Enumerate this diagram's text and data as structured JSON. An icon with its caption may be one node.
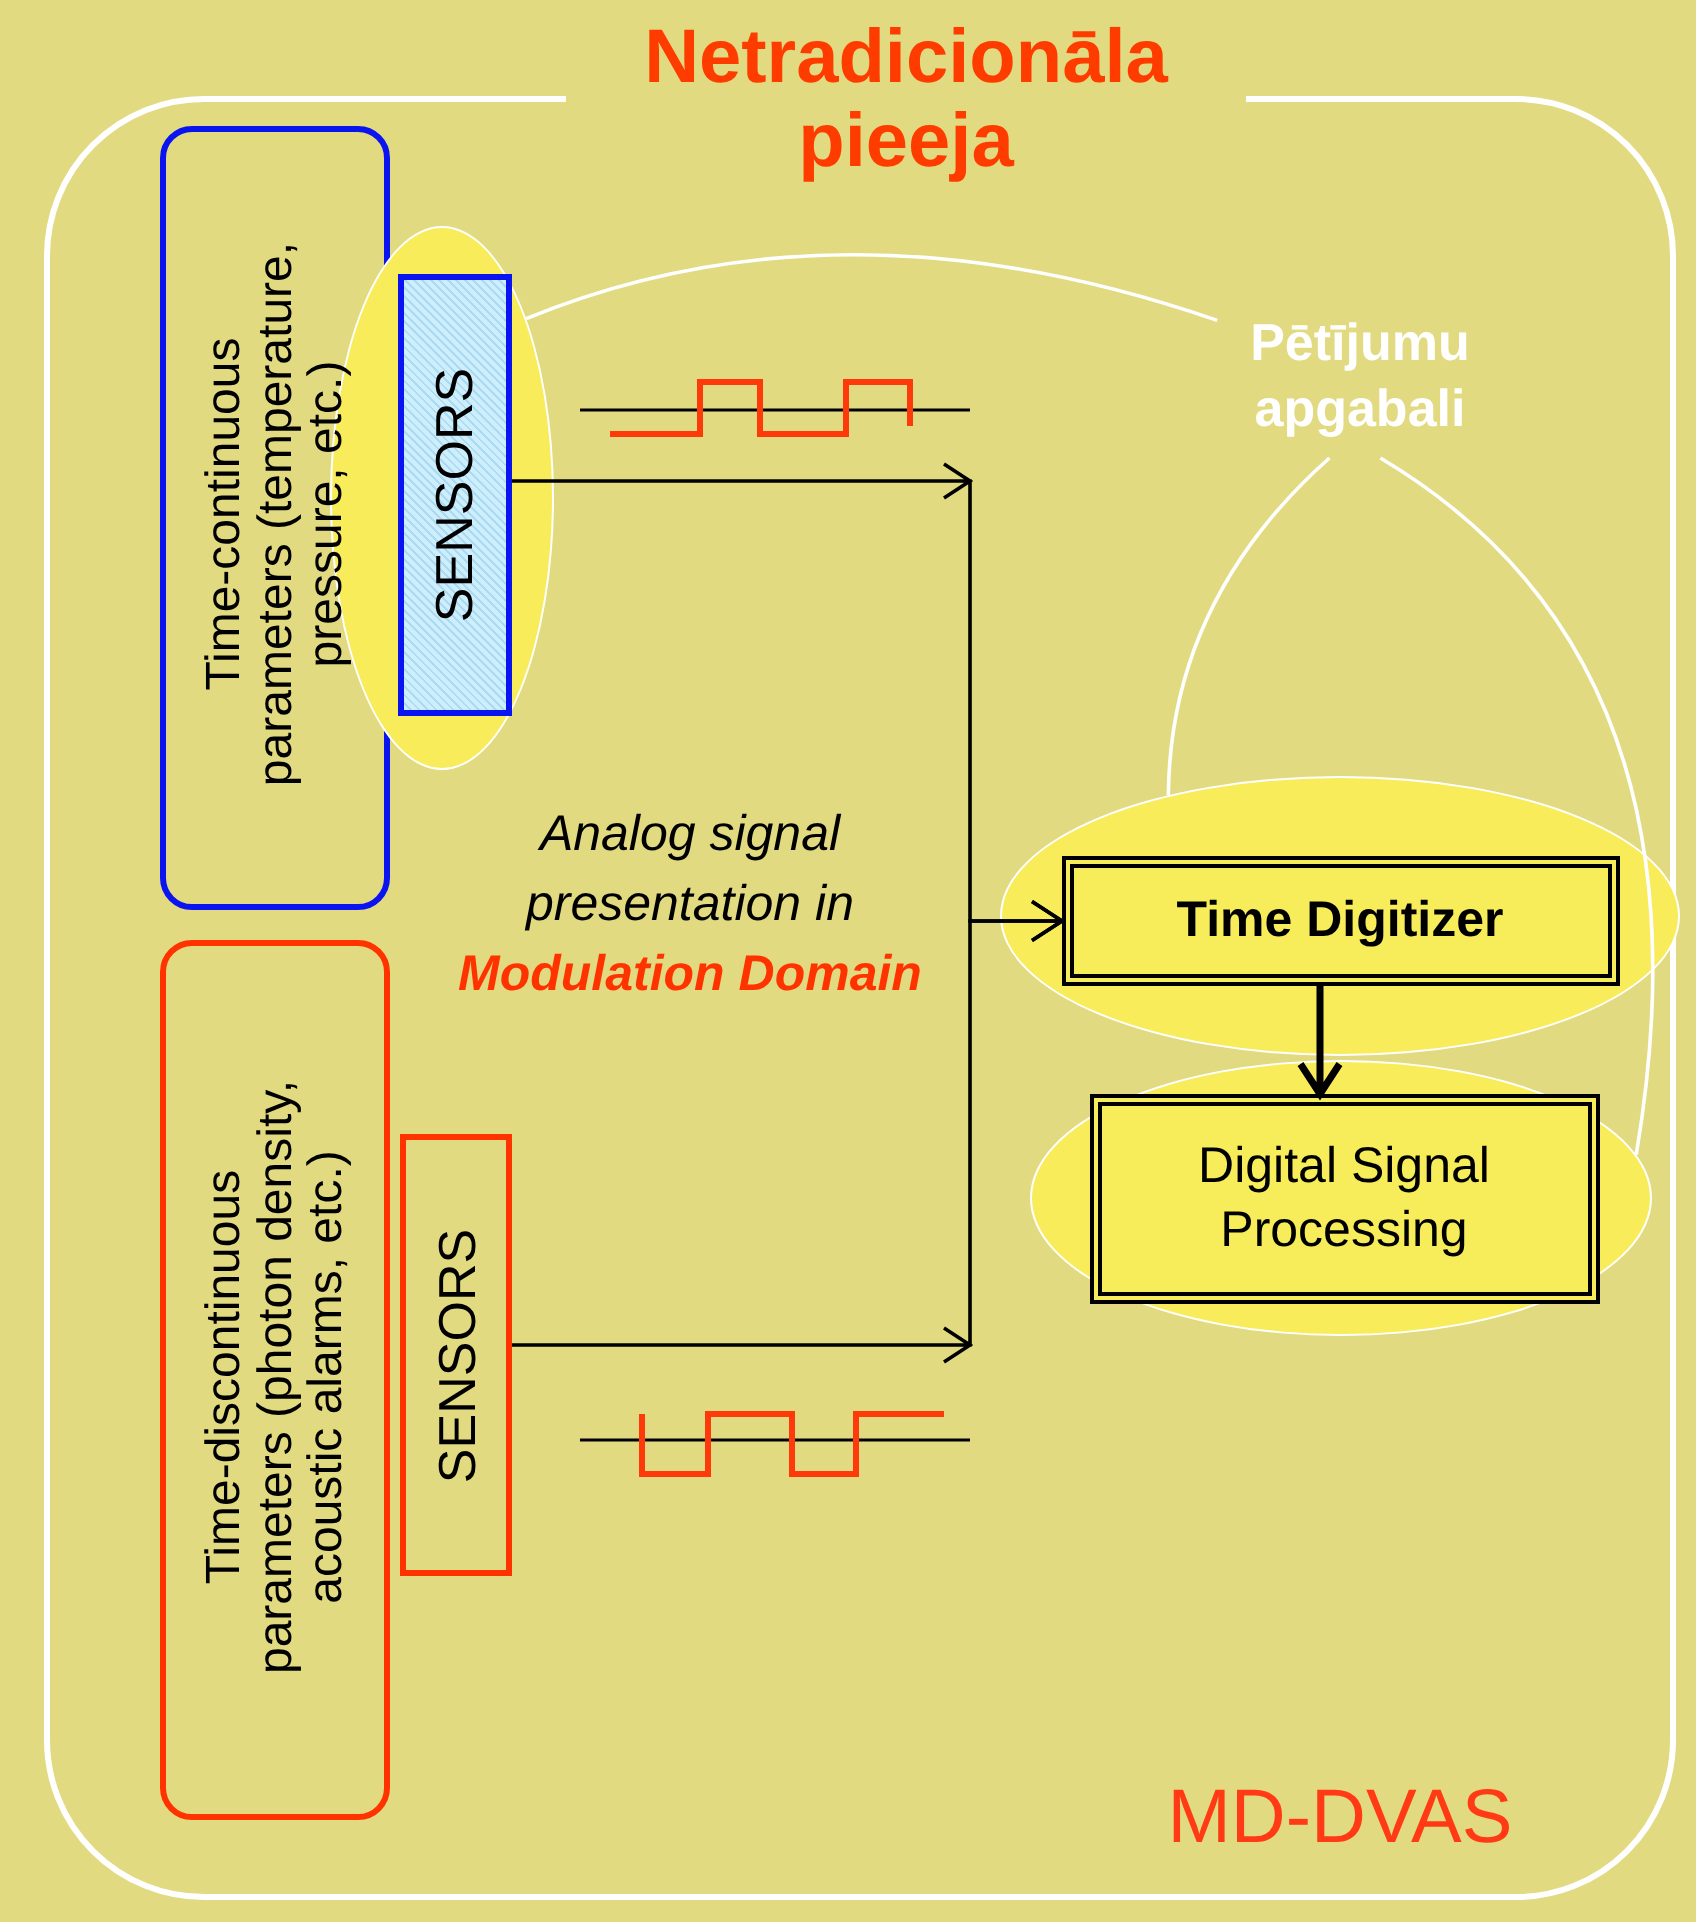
{
  "diagram": {
    "title": "Netradicionāla pieeja",
    "nodes": [
      {
        "text": [
          "MD-DVAS"
        ]
      },
      {
        "text": [
          "Time-continuous parameters (temperature, pressure, etc.)"
        ],
        "in": 0
      },
      {
        "text": [],
        "shape": "ellipse",
        "in": 0
      },
      {
        "text": [
          "SENSORS"
        ],
        "in": 2
      },
      {
        "text": [
          "Pētījumu apgabali"
        ],
        "in": 0
      },
      {
        "text": [],
        "shape": "ellipse",
        "in": 0
      },
      {
        "text": [
          "Time Digitizer"
        ],
        "in": 5
      },
      {
        "text": [],
        "shape": "ellipse",
        "in": 0
      },
      {
        "text": [
          "Digital Signal Processing"
        ],
        "in": 7
      },
      {
        "text": [
          "Time-discontinuous parameters (photon density, acoustic alarms, etc.)"
        ],
        "in": 0
      },
      {
        "text": [
          "SENSORS"
        ],
        "in": 0
      }
    ],
    "edges": [
      {
        "from": 3,
        "to": 6,
        "arrow": "to"
      },
      {
        "from": 10,
        "to": 6,
        "arrow": "to"
      },
      {
        "from": 6,
        "to": 8,
        "arrow": "to",
        "style": "thick"
      },
      {
        "from": 4,
        "to": 2,
        "arrow": "none",
        "color": "#ffffff"
      },
      {
        "from": 4,
        "to": 5,
        "arrow": "none",
        "color": "#ffffff"
      },
      {
        "from": 4,
        "to": 7,
        "arrow": "none",
        "color": "#ffffff"
      }
    ],
    "labels": [
      "Analog signal presentation in **Modulation Domain**"
    ]
  }
}
